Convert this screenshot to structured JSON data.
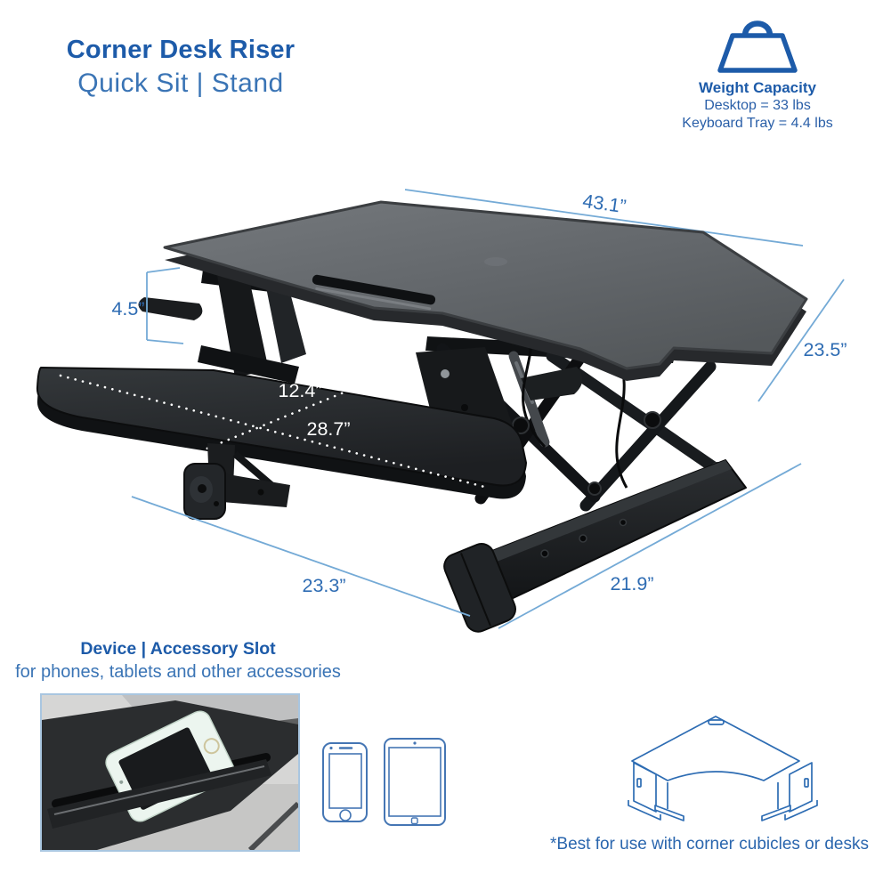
{
  "header": {
    "title": "Corner Desk Riser",
    "subtitle": "Quick Sit | Stand"
  },
  "weight_capacity": {
    "heading": "Weight Capacity",
    "desktop": "Desktop = 33 lbs",
    "keyboard_tray": "Keyboard Tray = 4.4 lbs"
  },
  "dimensions": {
    "desktop_width": "43.1”",
    "desktop_depth": "23.5”",
    "riser_height": "4.5”",
    "tray_depth": "12.4”",
    "tray_width": "28.7”",
    "left_base_length": "23.3”",
    "right_base_length": "21.9”"
  },
  "device_slot": {
    "heading": "Device | Accessory Slot",
    "description": "for phones, tablets and other accessories"
  },
  "footnote": "*Best for use with corner cubicles or desks",
  "icons": {
    "weight": "weight-capacity-icon",
    "smartphone": "smartphone-icon",
    "tablet": "tablet-icon",
    "corner_desk": "corner-desk-icon",
    "slot_photo": "accessory-slot-photo"
  },
  "colors": {
    "brand_blue": "#1d5ba9",
    "light_blue": "#3a74b5",
    "dimension_line": "#74aad6",
    "dimension_label": "#2e6cb3",
    "tray_label": "#ffffff",
    "desk_gray": "#64686c"
  }
}
